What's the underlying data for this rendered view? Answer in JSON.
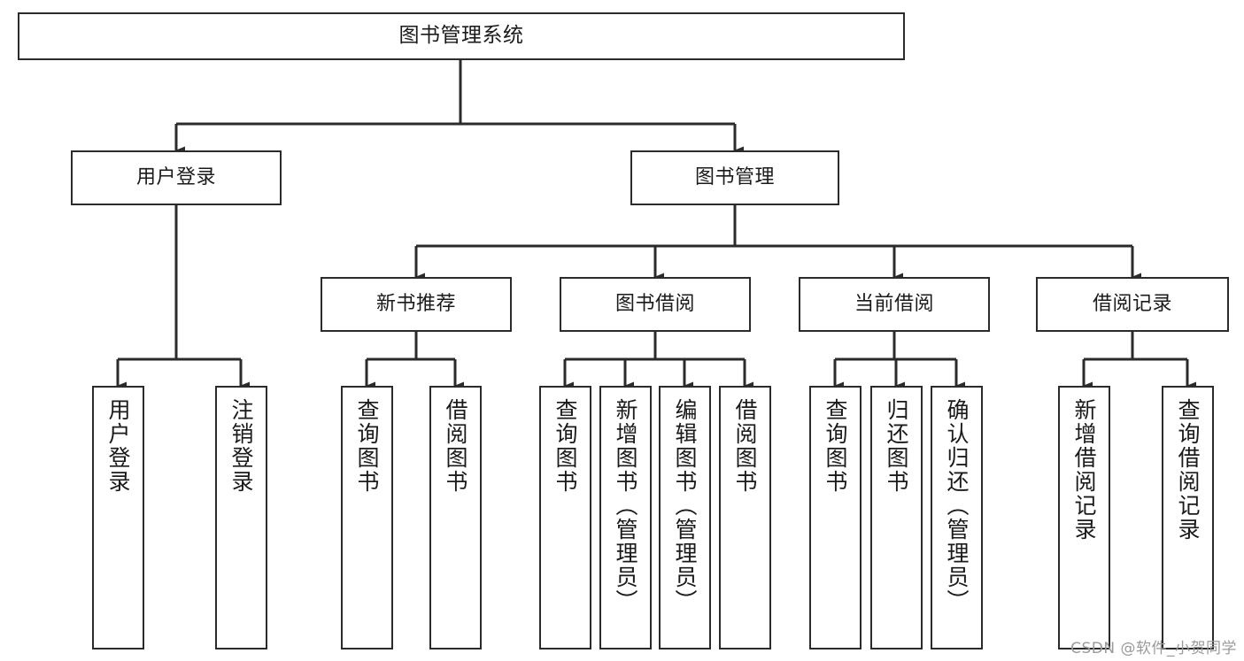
{
  "diagram": {
    "title": "图书管理系统",
    "type": "tree",
    "watermark": "CSDN @软件_小贺同学",
    "colors": {
      "box_border": "#2b2b2b",
      "box_fill": "#ffffff",
      "connector": "#2b2b2b",
      "background": "#ffffff",
      "watermark": "#9a9a9a"
    },
    "levels": {
      "root": {
        "label": "图书管理系统"
      },
      "level1": [
        {
          "label": "用户登录"
        },
        {
          "label": "图书管理"
        }
      ],
      "level2": [
        {
          "label": "新书推荐",
          "parent": "图书管理"
        },
        {
          "label": "图书借阅",
          "parent": "图书管理"
        },
        {
          "label": "当前借阅",
          "parent": "图书管理"
        },
        {
          "label": "借阅记录",
          "parent": "图书管理"
        }
      ],
      "leaves": [
        {
          "label": "用户登录",
          "parent": "用户登录"
        },
        {
          "label": "注销登录",
          "parent": "用户登录"
        },
        {
          "label": "查询图书",
          "parent": "新书推荐"
        },
        {
          "label": "借阅图书",
          "parent": "新书推荐"
        },
        {
          "label": "查询图书",
          "parent": "图书借阅"
        },
        {
          "label": "新增图书（管理员）",
          "parent": "图书借阅"
        },
        {
          "label": "编辑图书（管理员）",
          "parent": "图书借阅"
        },
        {
          "label": "借阅图书",
          "parent": "图书借阅"
        },
        {
          "label": "查询图书",
          "parent": "当前借阅"
        },
        {
          "label": "归还图书",
          "parent": "当前借阅"
        },
        {
          "label": "确认归还（管理员）",
          "parent": "当前借阅"
        },
        {
          "label": "新增借阅记录",
          "parent": "借阅记录"
        },
        {
          "label": "查询借阅记录",
          "parent": "借阅记录"
        }
      ]
    }
  }
}
